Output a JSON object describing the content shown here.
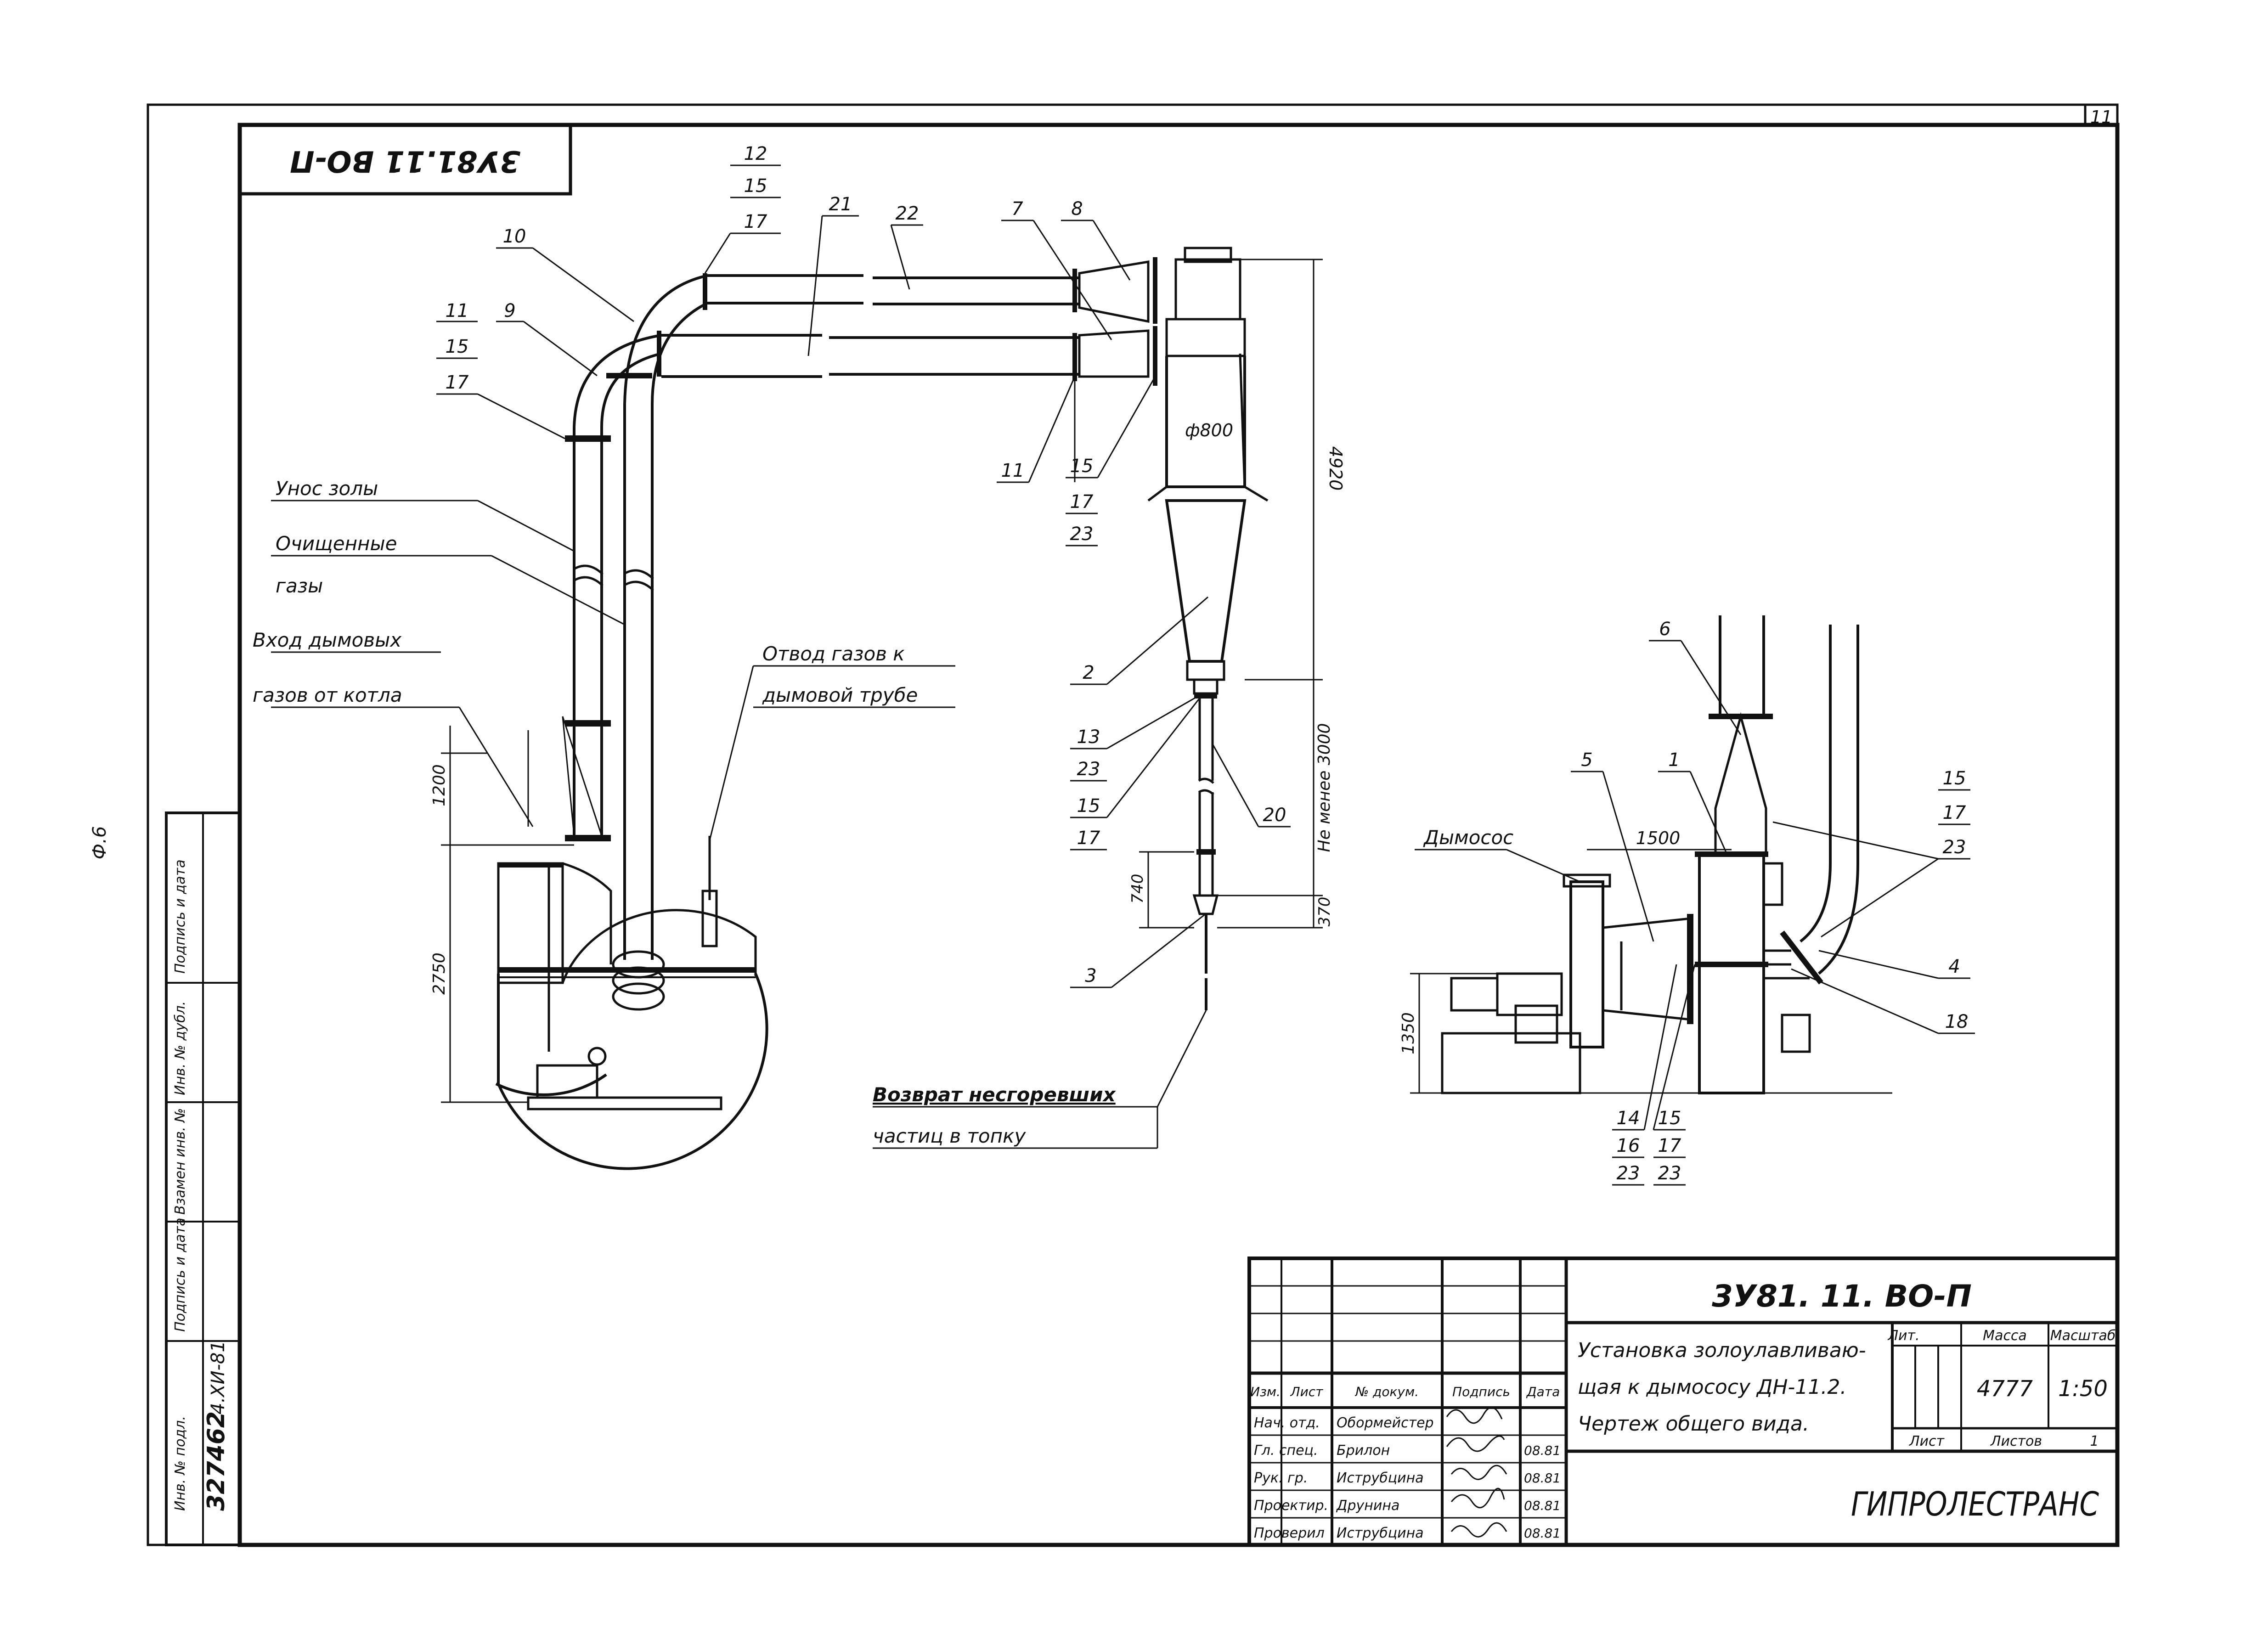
{
  "sheet": {
    "page_mark": "Ф.6",
    "sheet_no": "11",
    "top_code": "3У81.11 ВО-П"
  },
  "callouts": {
    "c1": "1",
    "c2": "2",
    "c3": "3",
    "c4": "4",
    "c5": "5",
    "c6": "6",
    "c7": "7",
    "c8": "8",
    "c9": "9",
    "c10": "10",
    "left_11": "11",
    "left_15": "15",
    "left_17": "17",
    "top_12": "12",
    "top_15": "15",
    "top_17": "17",
    "c21": "21",
    "c22": "22",
    "cyc_11": "11",
    "cyc_15": "15",
    "cyc_17": "17",
    "cyc_23": "23",
    "c13": "13",
    "c13_23": "23",
    "c15b": "15",
    "c15b_17": "17",
    "c20": "20",
    "right_15": "15",
    "right_17": "17",
    "right_23": "23",
    "c18": "18",
    "b14": "14",
    "b16": "16",
    "b14_23": "23",
    "b15": "15",
    "b17": "17",
    "b15_23": "23"
  },
  "labels": {
    "ash_line": "Унос золы",
    "clean_line1": "Очищенные",
    "clean_line2": "газы",
    "inlet_line1": "Вход дымовых",
    "inlet_line2": "газов от котла",
    "outlet_line1": "Отвод газов к",
    "outlet_line2": "дымовой трубе",
    "return_line1": "Возврат несгоревших",
    "return_line2": "частиц в топку",
    "fan": "Дымосос",
    "dia": "ф800"
  },
  "dimensions": {
    "d4920": "4920",
    "d3000": "Не менее 3000",
    "d740": "740",
    "d370": "370",
    "d1200": "1200",
    "d2750": "2750",
    "d1500": "1500",
    "d1350": "1350"
  },
  "title_block": {
    "doc_code": "3У81. 11. ВО-П",
    "title_line1": "Установка золоулавливаю-",
    "title_line2": "щая к дымососу ДН-11.2.",
    "title_line3": "Чертеж общего вида.",
    "col_change": "Изм.",
    "col_sheet": "Лист",
    "col_doc": "№ докум.",
    "col_sign": "Подпись",
    "col_date": "Дата",
    "roles": [
      "Нач. отд.",
      "Гл. спец.",
      "Рук. гр.",
      "Проектир.",
      "Проверил"
    ],
    "names": [
      "Обормейстер",
      "Брилон",
      "Иструбцина",
      "Друнина",
      "Иструбцина"
    ],
    "dates": [
      "",
      "08.81",
      "08.81",
      "08.81",
      "08.81"
    ],
    "lit_label": "Лит.",
    "mass_label": "Масса",
    "scale_label": "Масштаб",
    "mass": "4777",
    "scale": "1:50",
    "sheet_label": "Лист",
    "sheets_label": "Листов",
    "sheets_count": "1",
    "org": "ГИПРОЛЕСТРАНС"
  },
  "side_stamp": {
    "f1": "Инв. № подл.",
    "f2": "Подпись и дата",
    "f3": "Взамен инв. №",
    "f4": "Инв. № дубл.",
    "f5": "Подпись и дата",
    "inv_no": "327462",
    "inv_date": "4.ХИ-81"
  }
}
